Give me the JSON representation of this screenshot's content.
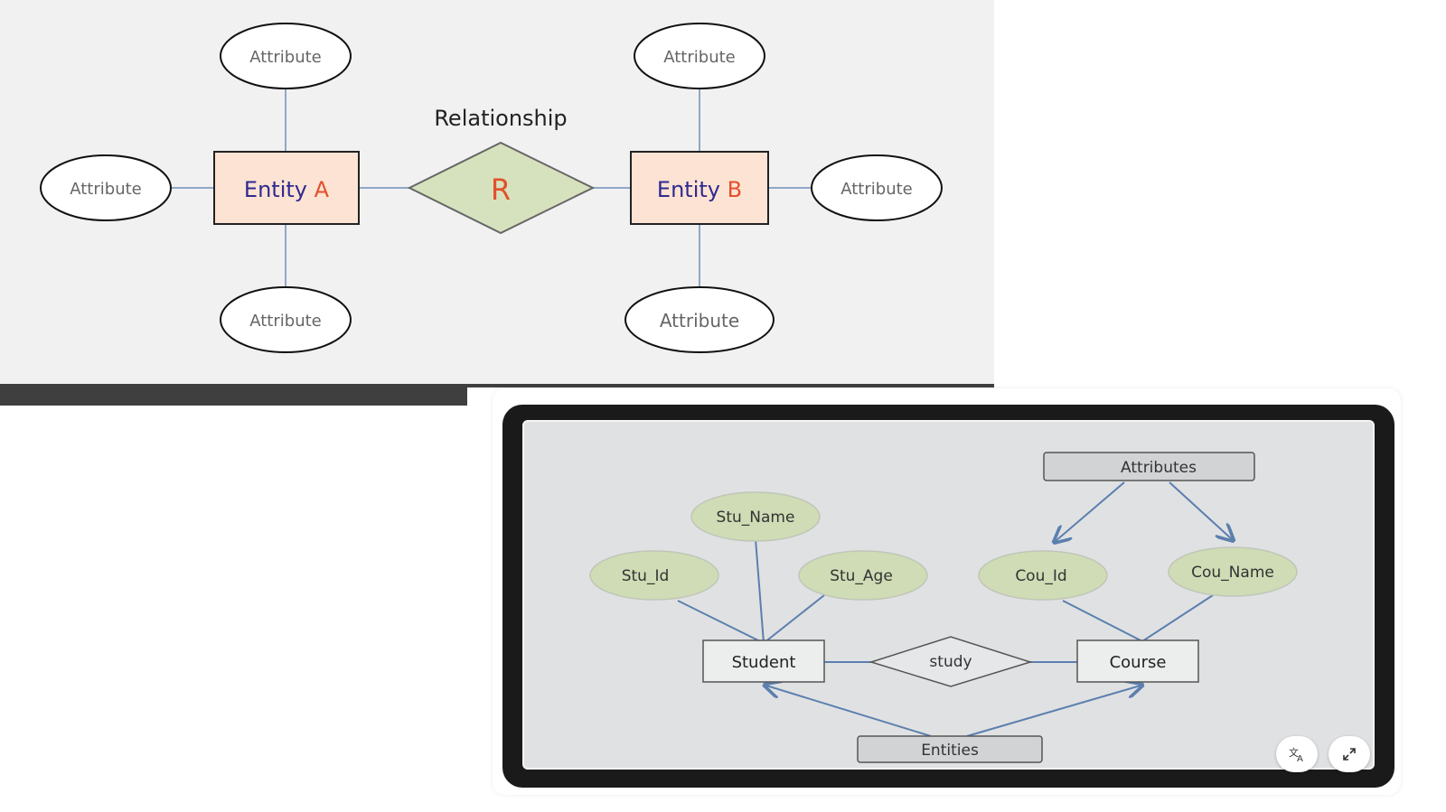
{
  "top_diagram": {
    "relationship_label": "Relationship",
    "relationship_symbol": "R",
    "entity_a": {
      "word": "Entity",
      "letter": "A"
    },
    "entity_b": {
      "word": "Entity",
      "letter": "B"
    },
    "attributes_a": [
      "Attribute",
      "Attribute",
      "Attribute"
    ],
    "attributes_b": [
      "Attribute",
      "Attribute",
      "Attribute"
    ],
    "colors": {
      "entity_fill": "#fde3d3",
      "relationship_fill": "#d6e2bd",
      "entity_text": "#2f2a8f",
      "accent_letter": "#e2502c",
      "line": "#8fa8c8"
    }
  },
  "bottom_diagram": {
    "attributes_header": "Attributes",
    "entities_footer": "Entities",
    "student": "Student",
    "course": "Course",
    "relationship": "study",
    "student_attributes": [
      "Stu_Id",
      "Stu_Name",
      "Stu_Age"
    ],
    "course_attributes": [
      "Cou_Id",
      "Cou_Name"
    ],
    "colors": {
      "attribute_fill": "#cfdcb5",
      "arrow": "#5b7fae",
      "background": "#e0e1e3"
    }
  },
  "controls": {
    "translate_icon": "translate-icon",
    "expand_icon": "expand-icon"
  }
}
